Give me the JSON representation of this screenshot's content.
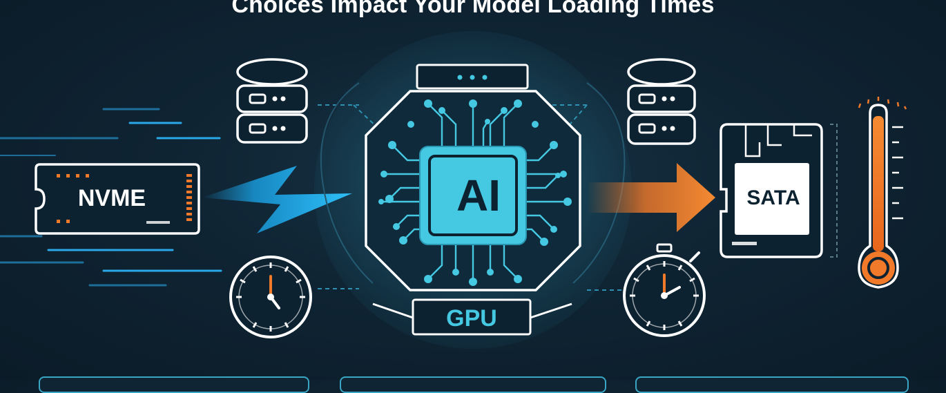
{
  "title": "Choices Impact Your Model Loading Times",
  "drives": {
    "nvme": {
      "label": "NVME",
      "speed_color": "#28b8f2"
    },
    "sata": {
      "label": "SATA",
      "speed_color": "#f07a2a"
    }
  },
  "processor": {
    "chip_label": "AI",
    "board_label": "GPU",
    "accent_color": "#45c8e2"
  },
  "icons": [
    "database-icon",
    "stopwatch-icon",
    "lightning-bolt-icon",
    "arrow-right-icon",
    "thermometer-icon"
  ]
}
